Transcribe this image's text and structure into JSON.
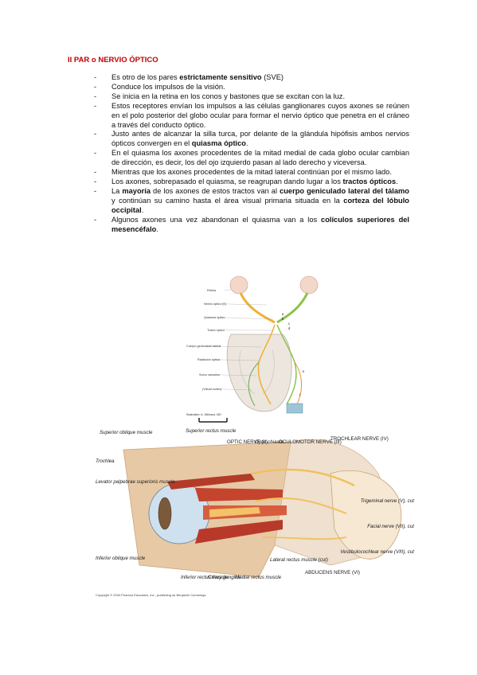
{
  "title": "II PAR o NERVIO ÓPTICO",
  "bullet": "-",
  "items": [
    {
      "parts": [
        {
          "t": "Es otro de los pares "
        },
        {
          "t": "estrictamente sensitivo",
          "b": true
        },
        {
          "t": " (SVE)"
        }
      ]
    },
    {
      "parts": [
        {
          "t": "Conduce los impulsos de la visión."
        }
      ]
    },
    {
      "parts": [
        {
          "t": "Se inicia en la retina en los conos y bastones que se excitan con la luz."
        }
      ]
    },
    {
      "parts": [
        {
          "t": "Estos receptores envían los impulsos a las células ganglionares cuyos axones se reúnen en el polo posterior del globo ocular para formar el nervio óptico que penetra en el cráneo a través del conducto óptico."
        }
      ]
    },
    {
      "parts": [
        {
          "t": "Justo antes de alcanzar la silla turca, por delante de la glándula hipófisis ambos nervios ópticos convergen en el "
        },
        {
          "t": "quiasma óptico",
          "b": true
        },
        {
          "t": "."
        }
      ]
    },
    {
      "parts": [
        {
          "t": "En el quiasma los axones procedentes de la mitad medial de cada globo ocular cambian de dirección, es decir, los del ojo izquierdo pasan al lado derecho y viceversa."
        }
      ]
    },
    {
      "parts": [
        {
          "t": "Mientras que los axones procedentes de la mitad lateral continúan por el mismo lado."
        }
      ]
    },
    {
      "parts": [
        {
          "t": "Los axones, sobrepasado el quiasma, se reagrupan dando lugar a los "
        },
        {
          "t": "tractos ópticos",
          "b": true
        },
        {
          "t": "."
        }
      ]
    },
    {
      "parts": [
        {
          "t": "La "
        },
        {
          "t": "mayoría",
          "b": true
        },
        {
          "t": " de los axones de estos tractos van al "
        },
        {
          "t": "cuerpo geniculado lateral del tálamo",
          "b": true
        },
        {
          "t": " y continúan su camino hasta el área visual primaria situada en la "
        },
        {
          "t": "corteza del lóbulo occipital",
          "b": true
        },
        {
          "t": "."
        }
      ]
    },
    {
      "parts": [
        {
          "t": "Algunos axones una vez abandonan el quiasma van a los "
        },
        {
          "t": "colículos superiores del mesencéfalo",
          "b": true
        },
        {
          "t": "."
        }
      ]
    }
  ],
  "figure1": {
    "labels": [
      "Retina",
      "Nervio óptico (II)",
      "Quiasma óptico",
      "Tracto óptico",
      "Cuerpo geniculado lateral",
      "Radiación óptica",
      "Surco calcarino",
      "(Visual cortex)"
    ],
    "letters": [
      "a",
      "b",
      "c",
      "d",
      "e",
      "f"
    ],
    "credit": "Illustration: A. Michaud, MD"
  },
  "figure2": {
    "labels": {
      "superior_oblique": "Superior oblique muscle",
      "superior_rectus": "Superior rectus muscle",
      "optic_nerve": "OPTIC NERVE (II)",
      "optic_chiasm": "Optic chiasm",
      "oculomotor": "OCULOMOTOR NERVE (III)",
      "trochlear_nerve": "TROCHLEAR NERVE (IV)",
      "trochlea": "Trochlea",
      "levator": "Levator palpebrae superioris muscle",
      "trigeminal": "Trigeminal nerve (V), cut",
      "facial": "Facial nerve (VII), cut",
      "vestibulo": "Vestibulocochlear nerve (VIII), cut",
      "inferior_oblique": "Inferior oblique muscle",
      "inferior_rectus": "Inferior rectus muscle",
      "ciliary": "Ciliary ganglion",
      "medial_rectus": "Medial rectus muscle",
      "lateral_rectus": "Lateral rectus muscle (cut)",
      "abducens": "ABDUCENS NERVE (VI)"
    },
    "copyright": "Copyright © 2004 Pearson Education, Inc., publishing as Benjamin Cummings."
  }
}
